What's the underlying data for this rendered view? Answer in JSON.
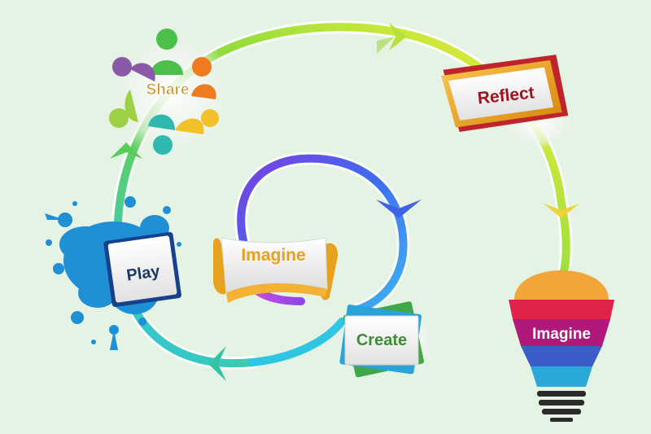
{
  "diagram": {
    "stages": {
      "imagine_inner": "Imagine",
      "create": "Create",
      "play": "Play",
      "share": "Share",
      "reflect": "Reflect",
      "imagine_bulb": "Imagine"
    },
    "colors": {
      "background": "#e4f3e3",
      "outer_spiral_start": "#29c4e6",
      "outer_spiral_mid": "#6fd43c",
      "outer_spiral_end": "#f6e63a",
      "inner_spiral_start": "#7a3fe0",
      "inner_spiral_end": "#3fb6ef",
      "imagine_text": "#e6a11e",
      "create_text": "#3f8b36",
      "play_text": "#1a3a63",
      "share_text": "#c8901d",
      "reflect_text": "#a0131c",
      "bulb_text": "#ffffff"
    },
    "icons": [
      "people-circle-icon",
      "paint-splash-icon",
      "banner-scroll-icon",
      "lightbulb-icon",
      "chevron-arrow-icon"
    ]
  }
}
